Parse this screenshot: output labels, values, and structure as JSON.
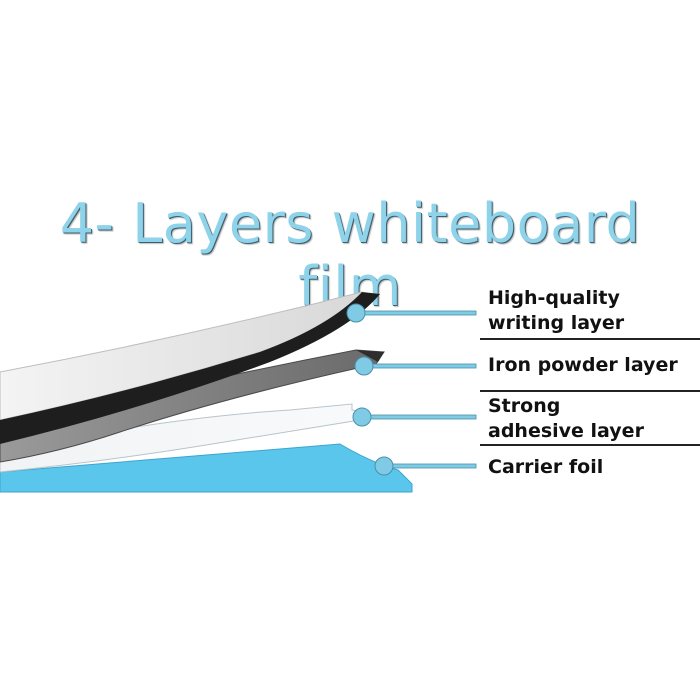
{
  "title": "4- Layers whiteboard film",
  "layers": [
    {
      "line1": "High-quality",
      "line2": "writing layer"
    },
    {
      "line1": "Iron powder layer"
    },
    {
      "line1": "Strong",
      "line2": "adhesive layer"
    },
    {
      "line1": "Carrier foil"
    }
  ],
  "colors": {
    "title": "#8ed3ea",
    "carrier": "#5bc6ec",
    "pointer": "#7fcbe6",
    "writing_edge": "#1e1e1e",
    "iron": "#6a6a6a"
  }
}
